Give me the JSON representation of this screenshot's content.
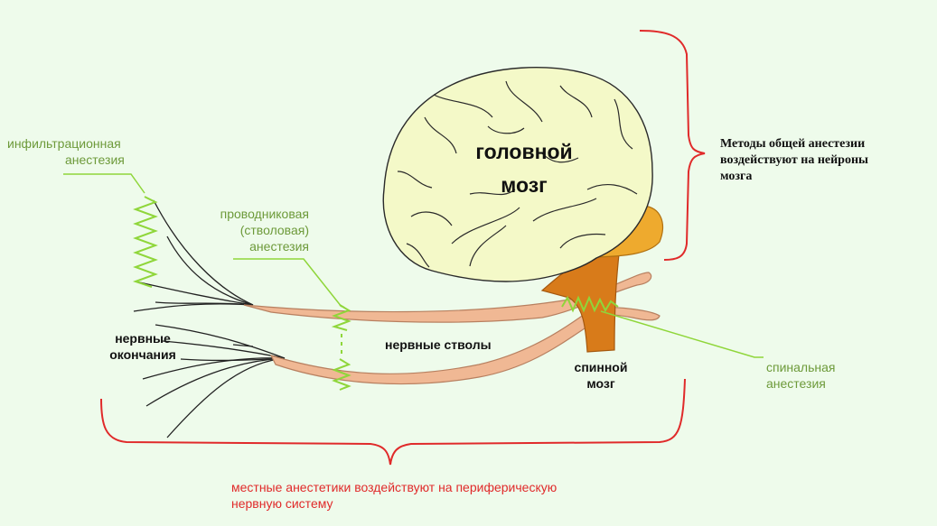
{
  "labels": {
    "infiltration_1": "инфильтрационная",
    "infiltration_2": "анестезия",
    "conduction_1": "проводниковая",
    "conduction_2": "(стволовая)",
    "conduction_3": "анестезия",
    "nerve_endings_1": "нервные",
    "nerve_endings_2": "окончания",
    "nerve_trunks": "нервные стволы",
    "brain_1": "головной",
    "brain_2": "мозг",
    "spinal_cord_1": "спинной",
    "spinal_cord_2": "мозг",
    "spinal_anesthesia_1": "спинальная",
    "spinal_anesthesia_2": "анестезия",
    "general_1": "Методы общей анестезии",
    "general_2": "воздействуют на нейроны",
    "general_3": "мозга",
    "local_1": "местные анестетики воздействуют на периферическую",
    "local_2": "нервную систему"
  },
  "colors": {
    "background": "#eefbeb",
    "brain_fill": "#f4f9c8",
    "cerebellum_fill": "#eeaa2e",
    "spinal_cord_fill": "#d87b1a",
    "nerve_fill": "#f0b894",
    "annotation_green": "#6d9a3a",
    "zigzag_green": "#8fd63a",
    "bracket_red": "#e02a2a"
  }
}
